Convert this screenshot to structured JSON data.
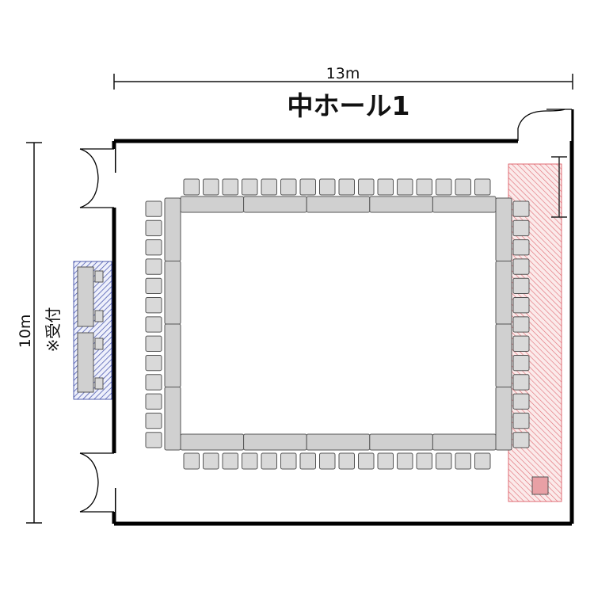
{
  "room": {
    "name": "中ホール1",
    "width_label": "13m",
    "height_label": "10m"
  },
  "reception": {
    "label": "※受付"
  },
  "layout": {
    "top_chairs": 16,
    "bottom_chairs": 16,
    "left_chairs": 13,
    "right_chairs": 13,
    "top_tables": 5,
    "bottom_tables": 5,
    "side_tables": 4
  },
  "colors": {
    "wall": "#000000",
    "chair": "#d9d9d9",
    "table": "#d0d0d0",
    "reception_hatch": "#2a3a9c",
    "stage_hatch": "#d94a55"
  }
}
